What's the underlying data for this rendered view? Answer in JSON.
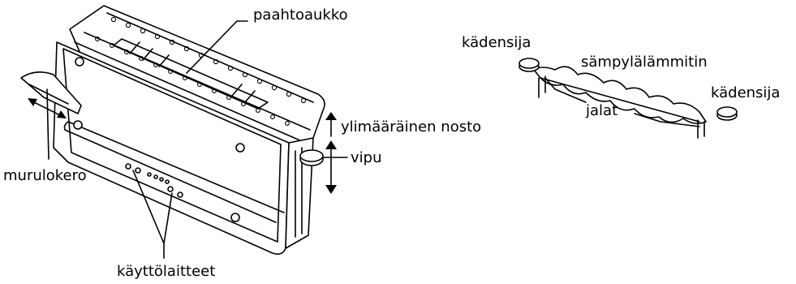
{
  "toaster": {
    "labels": {
      "slot": "paahtoaukko",
      "extra_lift": "ylimääräinen nosto",
      "lever": "vipu",
      "crumb_tray": "murulokero",
      "controls": "käyttölaitteet"
    }
  },
  "bun_warmer": {
    "labels": {
      "handle_left": "kädensija",
      "name": "sämpylälämmitin",
      "handle_right": "kädensija",
      "feet": "jalat"
    }
  }
}
